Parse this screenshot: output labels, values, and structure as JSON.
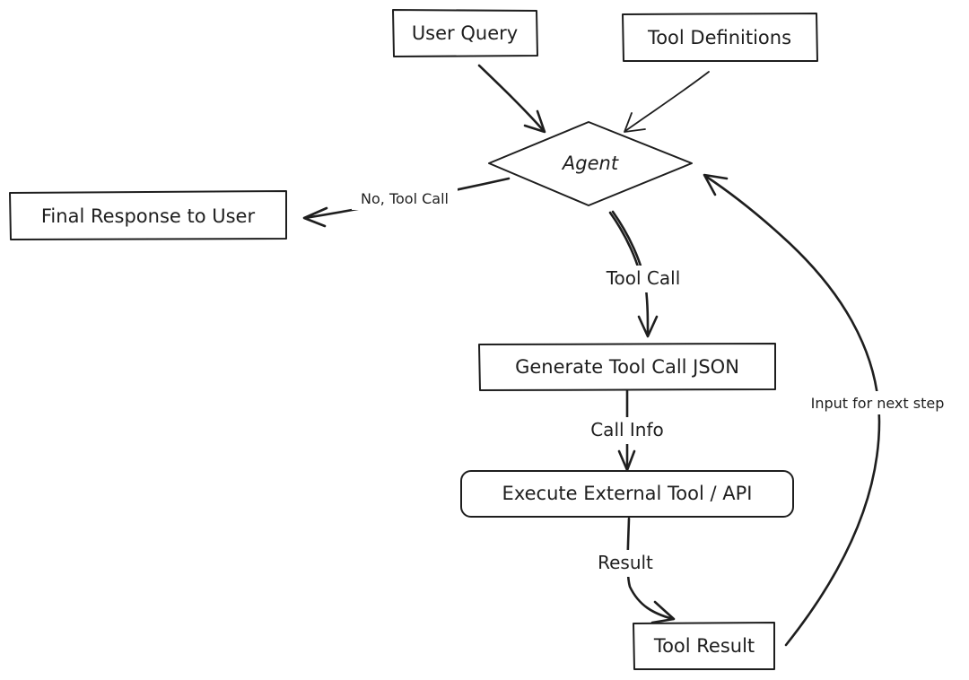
{
  "diagram": {
    "nodes": {
      "user_query": "User Query",
      "tool_definitions": "Tool Definitions",
      "agent": "Agent",
      "final_response": "Final Response to User",
      "generate_json": "Generate Tool Call JSON",
      "execute_tool": "Execute External Tool / API",
      "tool_result": "Tool Result"
    },
    "edges": {
      "agent_to_final": "No, Tool Call",
      "agent_to_generate": "Tool Call",
      "generate_to_execute": "Call Info",
      "execute_to_result": "Result",
      "result_to_agent": "Input for next step"
    },
    "colors": {
      "stroke": "#1e1e1e",
      "background": "#ffffff"
    }
  }
}
